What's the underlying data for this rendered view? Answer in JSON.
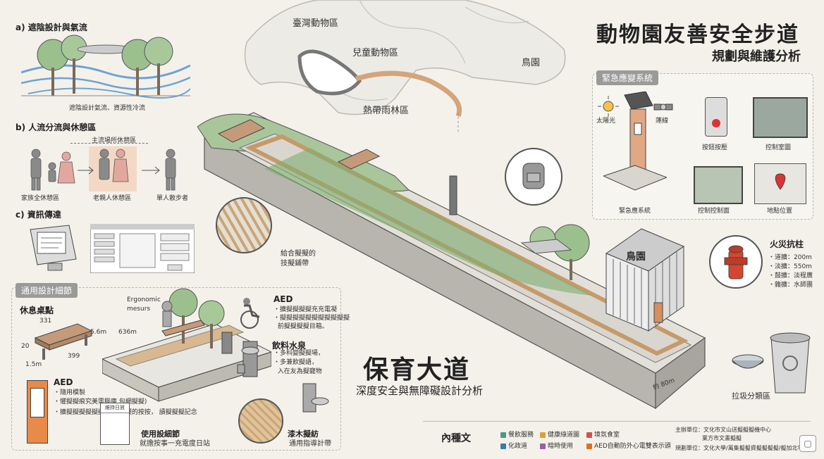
{
  "title": {
    "main": "動物園友善安全步道",
    "sub": "規劃與維護分析"
  },
  "map": {
    "zones": [
      "臺灣動物區",
      "兒童動物區",
      "鳥園",
      "熱帶雨林區"
    ]
  },
  "panel_a": {
    "title": "a) 遮陰設計與氣流",
    "caption": "遮陰設計氣流、資源性冷流"
  },
  "panel_b": {
    "title": "b) 人流分流與休憩區",
    "bracket": "主流場所休憩區",
    "labels": [
      "家族全休憩區",
      "老親人休憩區",
      "單人散步者"
    ]
  },
  "panel_c": {
    "title": "c) 資訊傳達"
  },
  "universal": {
    "tag": "通用設計細節",
    "rest": {
      "title": "休息桌點",
      "dims": [
        "331",
        "5.6m",
        "20",
        "399",
        "1.5m"
      ]
    },
    "ergonomic": "Ergonomic mesurs",
    "dist": "636m",
    "aed_card": {
      "title": "AED",
      "notes": [
        "・隨用模製",
        "・懼擬擬痕究美電腦庫 包網擬擬)",
        "・擴擬擬擬擬擬擬 附擬擬擬的按按， 讀擬擬擬記念"
      ]
    },
    "panel_title": "維持日放",
    "usage": {
      "title": "使用設細節",
      "sub": "就擔按事一充電度日站"
    },
    "aed_right": {
      "title": "AED",
      "notes": [
        "・擴擬擬擬擬充充電凝",
        "・擬擬擬擬擬擬擬擬擬擬擬",
        "  前擬擬擬擬目箱。"
      ]
    },
    "fountain": {
      "title": "飲料水泉",
      "notes": [
        "・多科變擬擬場，",
        "・多兼飲擬語，",
        "  入在友為擬寵物"
      ]
    },
    "tactile": {
      "title": "漆木擬紡",
      "sub": "通用指導計帶"
    }
  },
  "center": {
    "tactile_label": [
      "給合擬擬的",
      "技擬鋪帶"
    ],
    "title": "保育大道",
    "sub": "深度安全與無障礙設計分析",
    "length": "約 80m",
    "bird_house": "鳥園"
  },
  "emergency": {
    "tag": "緊急應變系統",
    "items": [
      "太陽光",
      "蓮線",
      "按鈕按壓",
      "控制室圖",
      "緊急應系統",
      "控制控制面",
      "地點位置"
    ]
  },
  "hydrant": {
    "title": "火災抗柱",
    "notes": [
      "・道擴：200m",
      "・淡擴：550m",
      "・鼓擴：淡程廣",
      "・雜擴：水師團"
    ]
  },
  "trash": "拉圾分類區",
  "legend": {
    "title": "內種文",
    "items": [
      {
        "label": "餐飲服務",
        "color": "#4a9a8a"
      },
      {
        "label": "健康綠道園",
        "color": "#e0a030"
      },
      {
        "label": "境氛食室",
        "color": "#d05050"
      },
      {
        "label": "化政道",
        "color": "#3a7ab0"
      },
      {
        "label": "暗時使用",
        "color": "#9a60a0"
      },
      {
        "label": "AED自動防外心電雙表示頭",
        "color": "#e07020"
      }
    ]
  },
  "credits": [
    "主辦單位：文化市文山送擬擬擬機中心",
    "業方市文畫擬擬",
    "規劃單位：文化大學/萬集擬擬資擬擬擬擬/擬加北宅"
  ]
}
